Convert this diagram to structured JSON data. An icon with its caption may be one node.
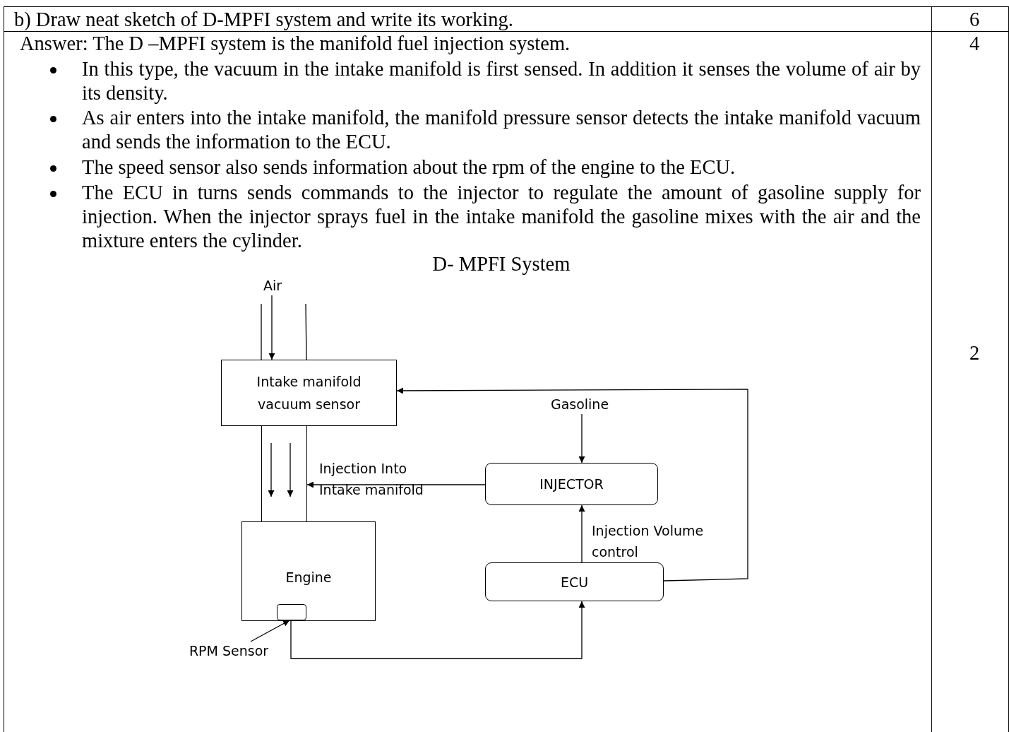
{
  "diagram": {
    "title": "D- MPFI System",
    "nodes": [
      {
        "text": [
          "Air"
        ]
      },
      {
        "text": [
          "Intake manifold vacuum sensor"
        ]
      },
      {
        "text": [
          "Gasoline"
        ]
      },
      {
        "text": [
          "INJECTOR"
        ]
      },
      {
        "text": [
          "Engine"
        ]
      },
      {
        "text": [],
        "shape": "box",
        "in": 4
      },
      {
        "text": [
          "RPM Sensor"
        ]
      },
      {
        "text": [
          "ECU"
        ]
      },
      {
        "text": [],
        "shape": "box"
      }
    ],
    "edges": [
      {
        "from": 0,
        "to": 1,
        "arrow": "to"
      },
      {
        "from": 2,
        "to": 3,
        "arrow": "to"
      },
      {
        "from": 3,
        "to": 8,
        "arrow": "to",
        "label": "Injection Into Intake manifold"
      },
      {
        "from": 7,
        "to": 3,
        "arrow": "to",
        "label": "Injection Volume control"
      },
      {
        "from": 7,
        "to": 1,
        "arrow": "to"
      },
      {
        "from": 5,
        "to": 7,
        "arrow": "to"
      },
      {
        "from": 6,
        "to": 5,
        "arrow": "to"
      }
    ],
    "labels": [
      "b) Draw neat sketch of D-MPFI system and write its working.",
      "6",
      "Answer: The D –MPFI system is the manifold fuel injection system.",
      "4",
      "In this type, the vacuum in the intake manifold is first sensed. In addition it senses the volume of air by its density.",
      "As air enters into the intake manifold, the manifold pressure sensor detects the intake manifold vacuum and sends the information to the ECU.",
      "The speed sensor also sends information about the rpm of the engine to the ECU.",
      "The ECU in turns sends commands to the injector to regulate the amount of gasoline supply for injection. When the injector sprays fuel in the intake manifold the gasoline mixes with the air and the mixture enters the cylinder.",
      "2"
    ]
  }
}
